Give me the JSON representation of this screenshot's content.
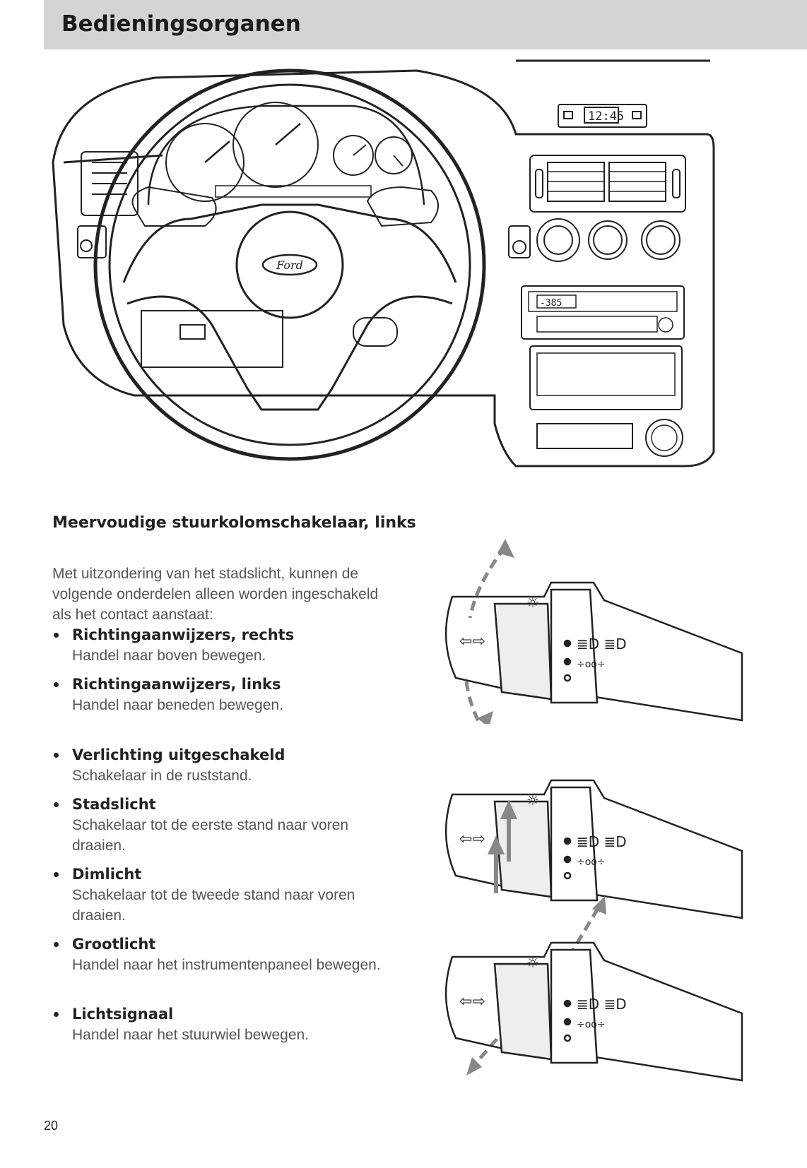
{
  "header": {
    "title": "Bedieningsorganen"
  },
  "dashboard": {
    "clock_text": "12:45",
    "radio_text": "-385",
    "steering_logo": "Ford"
  },
  "section": {
    "title": "Meervoudige stuurkolomschakelaar, links",
    "intro": "Met uitzondering van het stadslicht, kunnen de volgende onderdelen alleen worden ingeschakeld als het contact aanstaat:"
  },
  "items": [
    {
      "title": "Richtingaanwijzers, rechts",
      "desc": "Handel naar boven bewegen."
    },
    {
      "title": "Richtingaanwijzers, links",
      "desc": "Handel naar beneden bewegen."
    },
    {
      "title": "Verlichting uitgeschakeld",
      "desc": "Schakelaar in de ruststand."
    },
    {
      "title": "Stadslicht",
      "desc": "Schakelaar tot de eerste stand naar voren draaien."
    },
    {
      "title": "Dimlicht",
      "desc": "Schakelaar tot de tweede stand naar voren draaien."
    },
    {
      "title": "Grootlicht",
      "desc": "Handel naar het instrumentenpaneel bewegen."
    },
    {
      "title": "Lichtsignaal",
      "desc": "Handel naar het stuurwiel bewegen."
    }
  ],
  "page_number": "20"
}
